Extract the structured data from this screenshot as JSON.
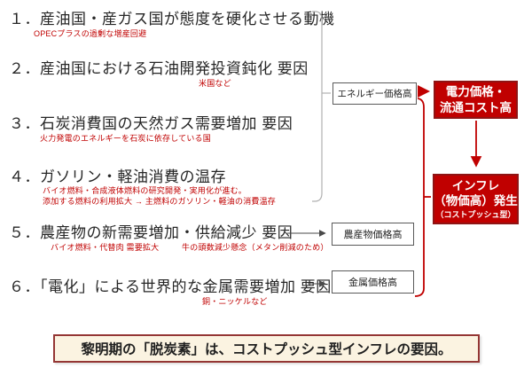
{
  "colors": {
    "accent_red": "#c00000",
    "red_box_border": "#8f1414",
    "banner_bg": "#fbf3e1",
    "banner_border": "#943634",
    "text_dark": "#262626",
    "bracket_gray": "#b0b0b0",
    "arrow_dark": "#4a4a4a"
  },
  "items": [
    {
      "num": "１．",
      "title": "産油国・産ガス国が態度を硬化させる動機",
      "notes": [
        "OPECプラスの過剰な増産回避"
      ]
    },
    {
      "num": "２．",
      "title": "産油国における石油開発投資鈍化 要因",
      "notes": [
        "米国など"
      ]
    },
    {
      "num": "３．",
      "title": "石炭消費国の天然ガス需要増加 要因",
      "notes": [
        "火力発電のエネルギーを石炭に依存している国"
      ]
    },
    {
      "num": "４．",
      "title": "ガソリン・軽油消費の温存",
      "notes": [
        "バイオ燃料・合成液体燃料の研究開発・実用化が進む。",
        "添加する燃料の利用拡大 → 主燃料のガソリン・軽油の消費温存"
      ]
    },
    {
      "num": "５．",
      "title": "農産物の新需要増加・供給減少 要因",
      "notes": [
        "バイオ燃料・代替肉 需要拡大",
        "牛の頭数減少懸念（メタン削減のため）"
      ]
    },
    {
      "num": "６．",
      "title": "「電化」による世界的な金属需要増加 要因",
      "notes": [
        "銅・ニッケルなど"
      ]
    }
  ],
  "mid_boxes": {
    "energy": "エネルギー価格高",
    "agri": "農産物価格高",
    "metal": "金属価格高"
  },
  "result_boxes": {
    "power": {
      "line1": "電力価格・",
      "line2": "流通コスト高"
    },
    "inflation": {
      "line1": "インフレ",
      "line2": "（物価高）発生",
      "line3": "（コストプッシュ型）"
    }
  },
  "banner": {
    "text": "黎明期の「脱炭素」は、コストプッシュ型インフレの要因。"
  }
}
